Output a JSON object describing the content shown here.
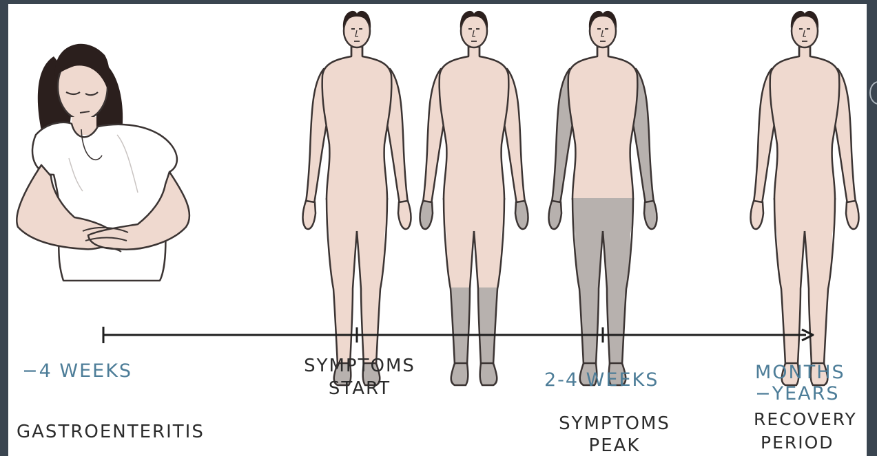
{
  "figures": [
    {
      "id": "gastro-woman",
      "pose": "hands-on-stomach"
    },
    {
      "id": "figure-1",
      "shaded": "feet"
    },
    {
      "id": "figure-2",
      "shaded": "lower-legs-and-hands"
    },
    {
      "id": "figure-3",
      "shaded": "legs-pelvis-arms"
    },
    {
      "id": "figure-4",
      "shaded": "none"
    }
  ],
  "colors": {
    "skin": "#efd9cf",
    "shade": "#b7b1ae",
    "outline": "#3b3433",
    "hair": "#2b1f1d",
    "shirt": "#ffffff",
    "label_blue": "#4d7d98",
    "label_dark": "#2b2b2b"
  },
  "timeline": {
    "label_minus4": "−4 WEEKS",
    "event_gastro": "GASTROENTERITIS",
    "start_line1": "SYMPTOMS",
    "start_line2": "START",
    "peak_time": "2-4 WEEKS",
    "peak_line1": "SYMPTOMS",
    "peak_line2": "PEAK",
    "months_line1": "MONTHS",
    "months_line2": "−YEARS",
    "recovery_line1": "RECOVERY",
    "recovery_line2": "PERIOD"
  }
}
